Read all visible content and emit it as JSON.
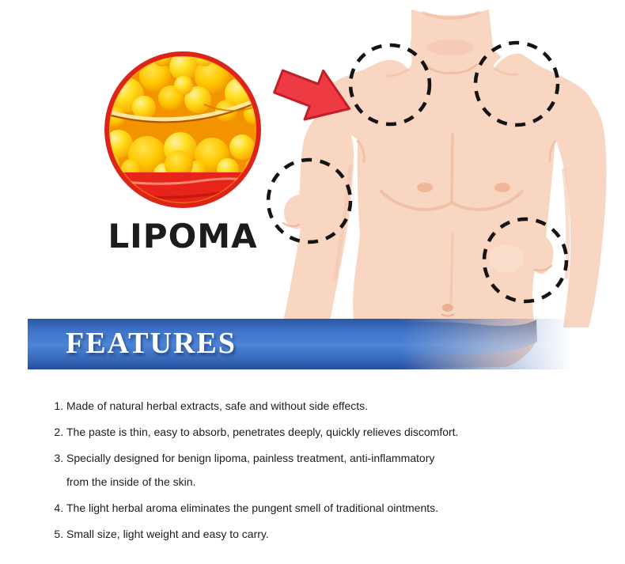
{
  "diagram": {
    "label": "LIPOMA",
    "pointer_icon": "arrow-right-icon",
    "figure": "male-torso-illustration",
    "markers": [
      {
        "name": "lipoma-site-left-shoulder"
      },
      {
        "name": "lipoma-site-right-shoulder"
      },
      {
        "name": "lipoma-site-left-upper-arm"
      },
      {
        "name": "lipoma-site-right-waist"
      }
    ]
  },
  "banner": {
    "title": "FEATURES"
  },
  "features": {
    "items": [
      "Made of natural herbal extracts, safe and without side effects.",
      "The paste is thin, easy to absorb, penetrates deeply, quickly relieves discomfort.",
      "Specially designed for benign lipoma, painless treatment, anti-inflammatory\nfrom the inside of the skin.",
      "The light herbal aroma eliminates the pungent smell of traditional ointments.",
      "Small size, light weight and easy to carry."
    ]
  },
  "colors": {
    "banner_blue": "#3a72c8",
    "arrow_red": "#ee3a43",
    "ring_red": "#dd2418",
    "fat_yellow": "#ffd400",
    "tissue_red": "#e8231a",
    "skin": "#f9d6c2",
    "marker_black": "#141414",
    "text_dark": "#1d1d1d"
  }
}
